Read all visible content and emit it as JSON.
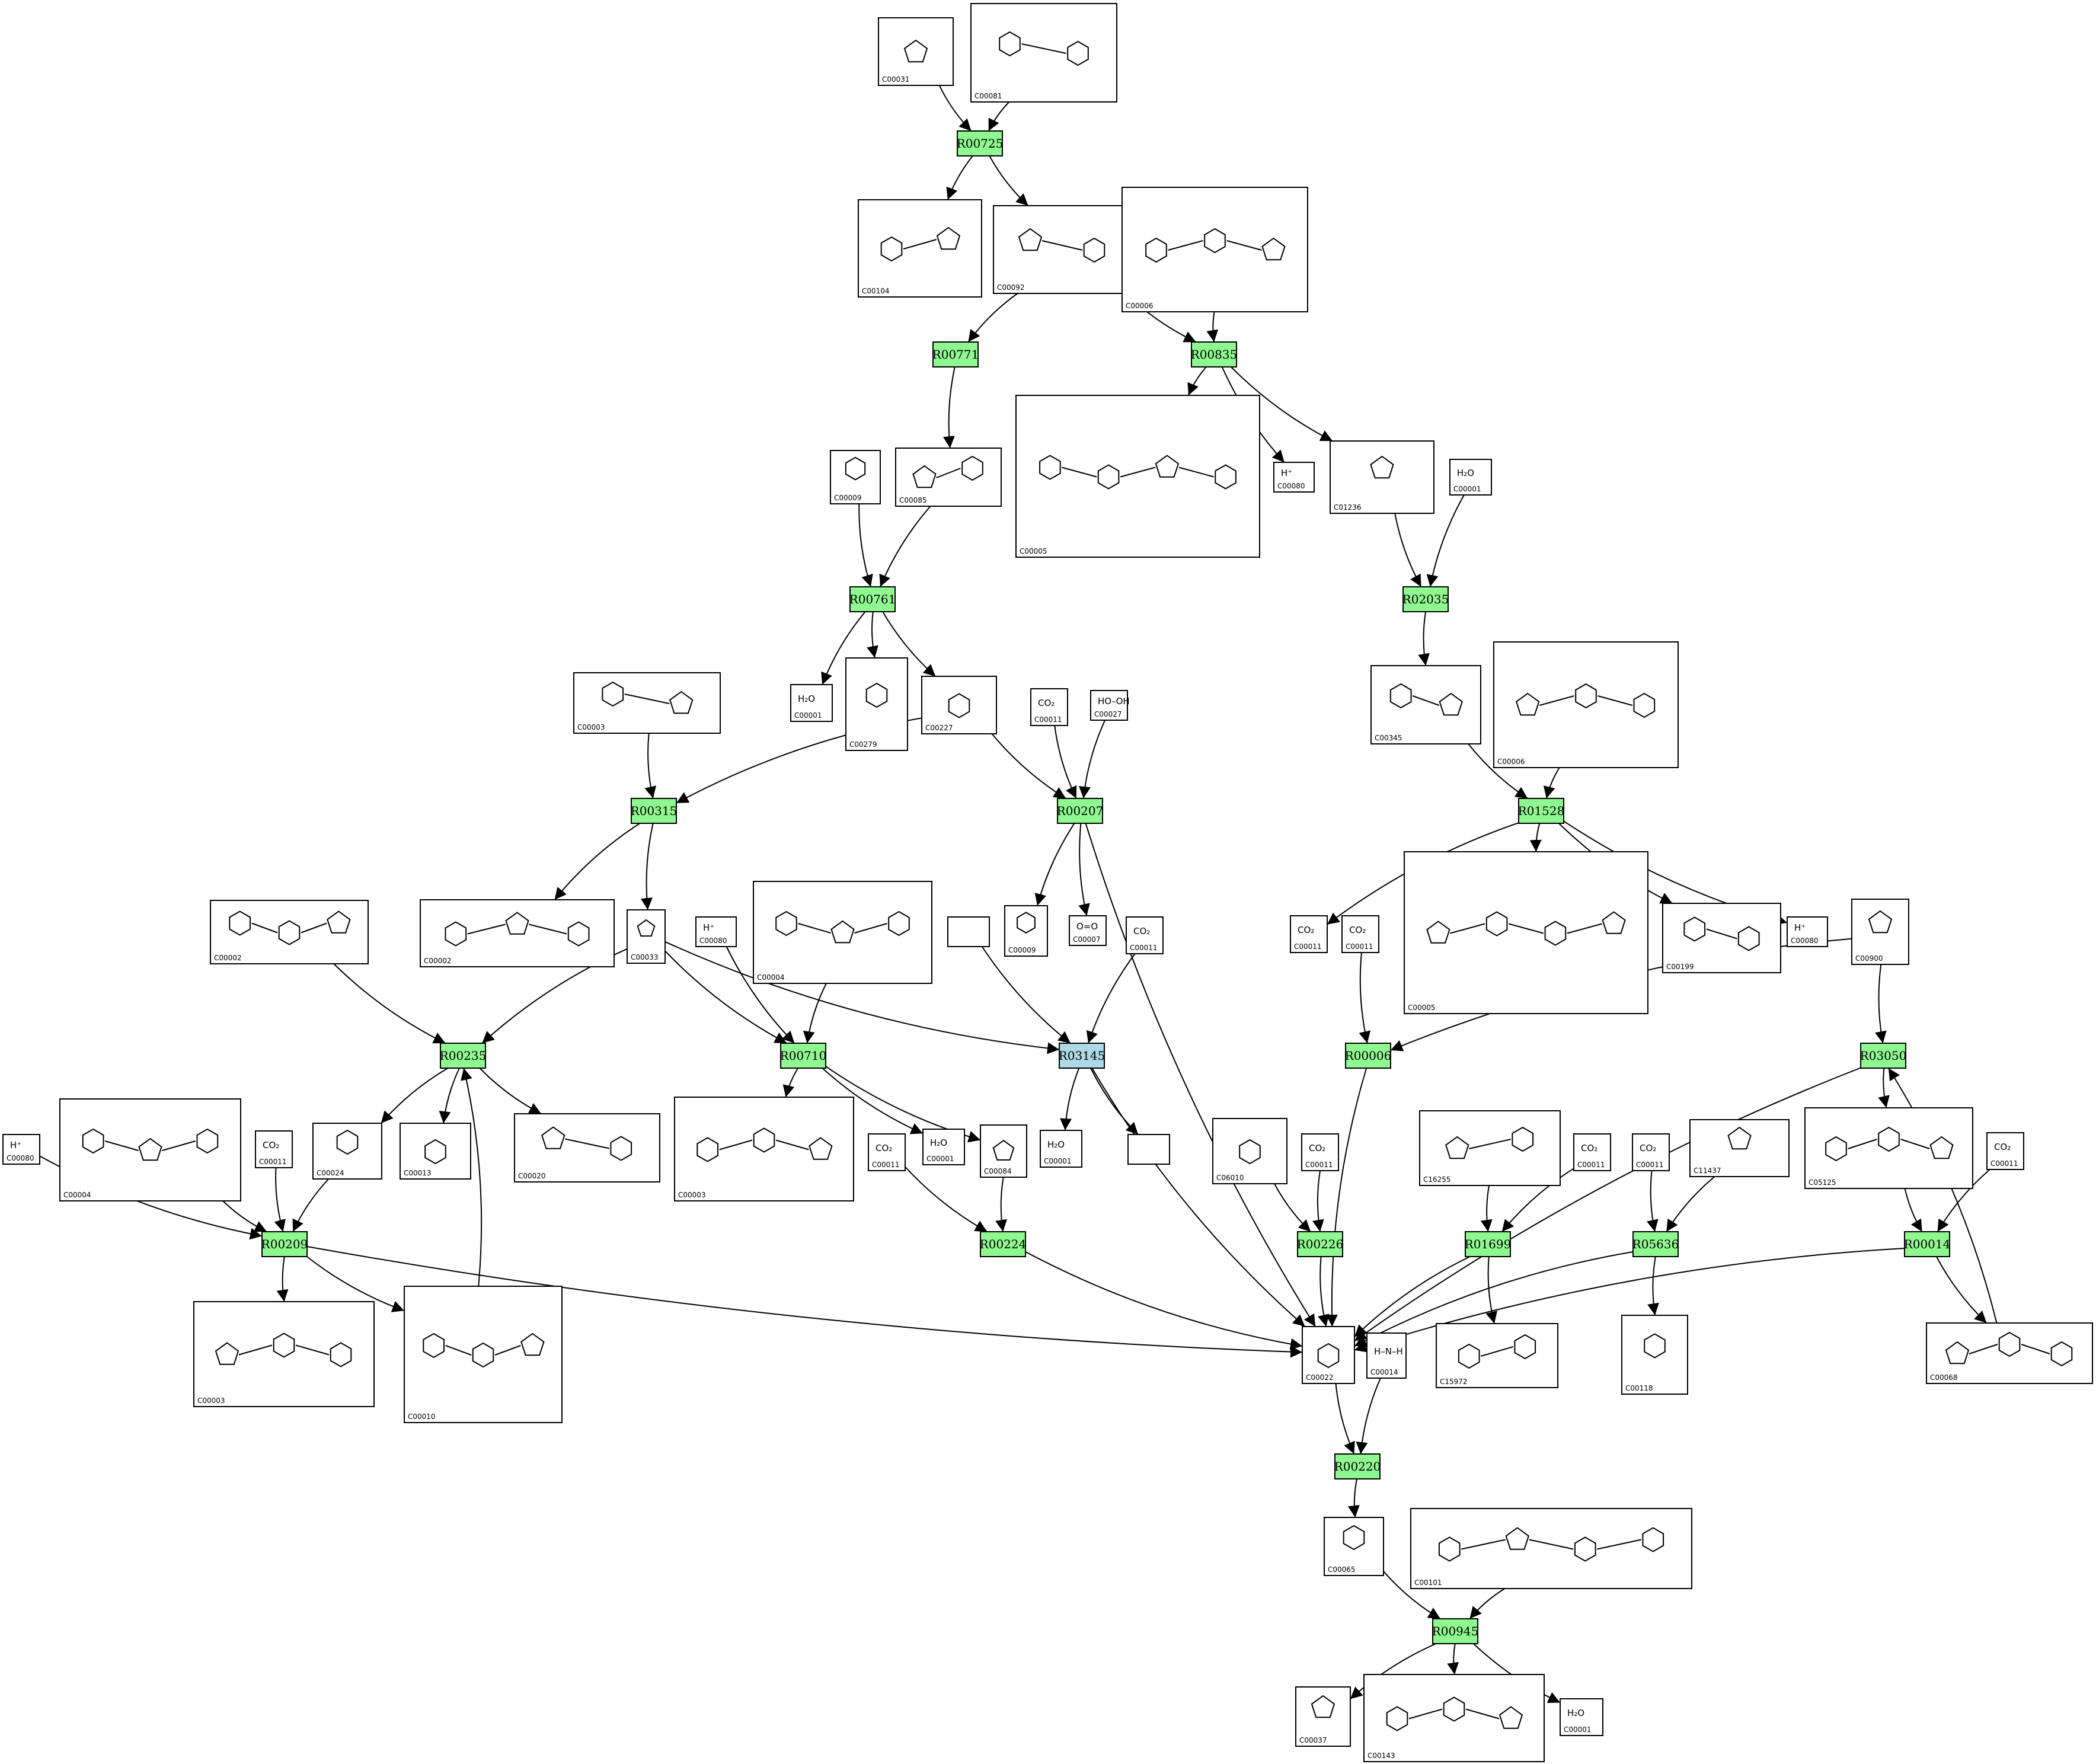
{
  "reactions": [
    {
      "id": "r00725",
      "label": "R00725",
      "color": "#90f890"
    },
    {
      "id": "r00771",
      "label": "R00771",
      "color": "#90f890"
    },
    {
      "id": "r00835",
      "label": "R00835",
      "color": "#90f890"
    },
    {
      "id": "r00761",
      "label": "R00761",
      "color": "#90f890"
    },
    {
      "id": "r02035",
      "label": "R02035",
      "color": "#90f890"
    },
    {
      "id": "r00315",
      "label": "R00315",
      "color": "#90f890"
    },
    {
      "id": "r00207",
      "label": "R00207",
      "color": "#90f890"
    },
    {
      "id": "r01528",
      "label": "R01528",
      "color": "#90f890"
    },
    {
      "id": "r00235",
      "label": "R00235",
      "color": "#90f890"
    },
    {
      "id": "r00710",
      "label": "R00710",
      "color": "#90f890"
    },
    {
      "id": "r03145",
      "label": "R03145",
      "color": "#add8e6"
    },
    {
      "id": "r00006",
      "label": "R00006",
      "color": "#90f890"
    },
    {
      "id": "r03050",
      "label": "R03050",
      "color": "#90f890"
    },
    {
      "id": "r00209",
      "label": "R00209",
      "color": "#90f890"
    },
    {
      "id": "r00224",
      "label": "R00224",
      "color": "#90f890"
    },
    {
      "id": "r00226",
      "label": "R00226",
      "color": "#90f890"
    },
    {
      "id": "r01699",
      "label": "R01699",
      "color": "#90f890"
    },
    {
      "id": "r05636",
      "label": "R05636",
      "color": "#90f890"
    },
    {
      "id": "r00014",
      "label": "R00014",
      "color": "#90f890"
    },
    {
      "id": "r00220",
      "label": "R00220",
      "color": "#90f890"
    },
    {
      "id": "r00945",
      "label": "R00945",
      "color": "#90f890"
    }
  ],
  "compounds": [
    {
      "id": "c00031",
      "label": "C00031",
      "formula": ""
    },
    {
      "id": "c00081",
      "label": "C00081",
      "formula": ""
    },
    {
      "id": "c00104",
      "label": "C00104",
      "formula": ""
    },
    {
      "id": "c00092",
      "label": "C00092",
      "formula": ""
    },
    {
      "id": "c00006a",
      "label": "C00006",
      "formula": ""
    },
    {
      "id": "c00009a",
      "label": "C00009",
      "formula": ""
    },
    {
      "id": "c00085",
      "label": "C00085",
      "formula": ""
    },
    {
      "id": "c00005a",
      "label": "C00005",
      "formula": ""
    },
    {
      "id": "c00080a",
      "label": "C00080",
      "formula": "H⁺"
    },
    {
      "id": "c01236",
      "label": "C01236",
      "formula": ""
    },
    {
      "id": "c00001a",
      "label": "C00001",
      "formula": "H₂O"
    },
    {
      "id": "c00003a",
      "label": "C00003",
      "formula": ""
    },
    {
      "id": "c00001b",
      "label": "C00001",
      "formula": "H₂O"
    },
    {
      "id": "c00279",
      "label": "C00279",
      "formula": ""
    },
    {
      "id": "c00227",
      "label": "C00227",
      "formula": ""
    },
    {
      "id": "c00011a",
      "label": "C00011",
      "formula": "CO₂"
    },
    {
      "id": "c00027",
      "label": "C00027",
      "formula": "HO–OH"
    },
    {
      "id": "c00345",
      "label": "C00345",
      "formula": ""
    },
    {
      "id": "c00006b",
      "label": "C00006",
      "formula": ""
    },
    {
      "id": "c00002a",
      "label": "C00002",
      "formula": ""
    },
    {
      "id": "c00002b",
      "label": "C00002",
      "formula": ""
    },
    {
      "id": "c00033",
      "label": "C00033",
      "formula": ""
    },
    {
      "id": "c00080b",
      "label": "C00080",
      "formula": "H⁺"
    },
    {
      "id": "c00004a",
      "label": "C00004",
      "formula": ""
    },
    {
      "id": "blank1",
      "label": "",
      "formula": ""
    },
    {
      "id": "c00009b",
      "label": "C00009",
      "formula": ""
    },
    {
      "id": "c00007",
      "label": "C00007",
      "formula": "O=O"
    },
    {
      "id": "c00011b",
      "label": "C00011",
      "formula": "CO₂"
    },
    {
      "id": "c00011c",
      "label": "C00011",
      "formula": "CO₂"
    },
    {
      "id": "c00011d",
      "label": "C00011",
      "formula": "CO₂"
    },
    {
      "id": "c00005b",
      "label": "C00005",
      "formula": ""
    },
    {
      "id": "c00199",
      "label": "C00199",
      "formula": ""
    },
    {
      "id": "c00080c",
      "label": "C00080",
      "formula": "H⁺"
    },
    {
      "id": "c00900",
      "label": "C00900",
      "formula": ""
    },
    {
      "id": "c00080d",
      "label": "C00080",
      "formula": "H⁺"
    },
    {
      "id": "c00004b",
      "label": "C00004",
      "formula": ""
    },
    {
      "id": "c00011e",
      "label": "C00011",
      "formula": "CO₂"
    },
    {
      "id": "c00024",
      "label": "C00024",
      "formula": ""
    },
    {
      "id": "c00013",
      "label": "C00013",
      "formula": ""
    },
    {
      "id": "c00020",
      "label": "C00020",
      "formula": ""
    },
    {
      "id": "c00003b",
      "label": "C00003",
      "formula": ""
    },
    {
      "id": "c00001c",
      "label": "C00001",
      "formula": "H₂O"
    },
    {
      "id": "c00084",
      "label": "C00084",
      "formula": ""
    },
    {
      "id": "c00001d",
      "label": "C00001",
      "formula": "H₂O"
    },
    {
      "id": "blank2",
      "label": "",
      "formula": ""
    },
    {
      "id": "c00011f",
      "label": "C00011",
      "formula": "CO₂"
    },
    {
      "id": "c06010",
      "label": "C06010",
      "formula": ""
    },
    {
      "id": "c00011g",
      "label": "C00011",
      "formula": "CO₂"
    },
    {
      "id": "c16255",
      "label": "C16255",
      "formula": ""
    },
    {
      "id": "c00011h",
      "label": "C00011",
      "formula": "CO₂"
    },
    {
      "id": "c00011i",
      "label": "C00011",
      "formula": "CO₂"
    },
    {
      "id": "c11437",
      "label": "C11437",
      "formula": ""
    },
    {
      "id": "c05125",
      "label": "C05125",
      "formula": ""
    },
    {
      "id": "c00011j",
      "label": "C00011",
      "formula": "CO₂"
    },
    {
      "id": "c00003c",
      "label": "C00003",
      "formula": ""
    },
    {
      "id": "c00010",
      "label": "C00010",
      "formula": ""
    },
    {
      "id": "c00022",
      "label": "C00022",
      "formula": ""
    },
    {
      "id": "c00014",
      "label": "C00014",
      "formula": "H–N–H"
    },
    {
      "id": "c15972",
      "label": "C15972",
      "formula": ""
    },
    {
      "id": "c00118",
      "label": "C00118",
      "formula": ""
    },
    {
      "id": "c00068",
      "label": "C00068",
      "formula": ""
    },
    {
      "id": "c00065",
      "label": "C00065",
      "formula": ""
    },
    {
      "id": "c00101",
      "label": "C00101",
      "formula": ""
    },
    {
      "id": "c00037",
      "label": "C00037",
      "formula": ""
    },
    {
      "id": "c00143",
      "label": "C00143",
      "formula": ""
    },
    {
      "id": "c00001e",
      "label": "C00001",
      "formula": "H₂O"
    }
  ],
  "edges": [
    [
      "c00031",
      "r00725"
    ],
    [
      "c00081",
      "r00725"
    ],
    [
      "r00725",
      "c00104"
    ],
    [
      "r00725",
      "c00092"
    ],
    [
      "c00092",
      "r00771"
    ],
    [
      "c00092",
      "r00835"
    ],
    [
      "c00006a",
      "r00835"
    ],
    [
      "r00771",
      "c00085"
    ],
    [
      "r00835",
      "c00005a"
    ],
    [
      "r00835",
      "c00080a"
    ],
    [
      "r00835",
      "c01236"
    ],
    [
      "c00009a",
      "r00761"
    ],
    [
      "c00085",
      "r00761"
    ],
    [
      "c01236",
      "r02035"
    ],
    [
      "c00001a",
      "r02035"
    ],
    [
      "r00761",
      "c00001b"
    ],
    [
      "r00761",
      "c00279"
    ],
    [
      "r00761",
      "c00227"
    ],
    [
      "c00003a",
      "r00315"
    ],
    [
      "c00227",
      "r00315"
    ],
    [
      "c00227",
      "r00207"
    ],
    [
      "c00011a",
      "r00207"
    ],
    [
      "c00027",
      "r00207"
    ],
    [
      "r02035",
      "c00345"
    ],
    [
      "c00345",
      "r01528"
    ],
    [
      "c00006b",
      "r01528"
    ],
    [
      "r00315",
      "c00002b"
    ],
    [
      "r00315",
      "c00033"
    ],
    [
      "r00207",
      "c00009b"
    ],
    [
      "r00207",
      "c00007"
    ],
    [
      "r00207",
      "c00022"
    ],
    [
      "r01528",
      "c00011c"
    ],
    [
      "r01528",
      "c00005b"
    ],
    [
      "r01528",
      "c00199"
    ],
    [
      "r01528",
      "c00080c"
    ],
    [
      "c00002a",
      "r00235"
    ],
    [
      "c00033",
      "r00235"
    ],
    [
      "c00033",
      "r00710"
    ],
    [
      "c00033",
      "r03145"
    ],
    [
      "c00080b",
      "r00710"
    ],
    [
      "c00004a",
      "r00710"
    ],
    [
      "blank1",
      "r03145"
    ],
    [
      "c00011b",
      "r03145"
    ],
    [
      "c00011d",
      "r00006"
    ],
    [
      "c00900",
      "r00006"
    ],
    [
      "c00900",
      "r03050"
    ],
    [
      "r00235",
      "c00024"
    ],
    [
      "r00235",
      "c00013"
    ],
    [
      "r00235",
      "c00020"
    ],
    [
      "r00710",
      "c00003b"
    ],
    [
      "r00710",
      "c00001c"
    ],
    [
      "r00710",
      "c00084"
    ],
    [
      "r03145",
      "c00001d"
    ],
    [
      "r03145",
      "blank2"
    ],
    [
      "r03145",
      "c00022"
    ],
    [
      "r00006",
      "c00022"
    ],
    [
      "r03050",
      "c00022"
    ],
    [
      "r03050",
      "c05125"
    ],
    [
      "c00080d",
      "r00209"
    ],
    [
      "c00004b",
      "r00209"
    ],
    [
      "c00011e",
      "r00209"
    ],
    [
      "c00024",
      "r00209"
    ],
    [
      "c00011f",
      "r00224"
    ],
    [
      "c00084",
      "r00224"
    ],
    [
      "c06010",
      "r00226"
    ],
    [
      "c00011g",
      "r00226"
    ],
    [
      "c16255",
      "r01699"
    ],
    [
      "c00011h",
      "r01699"
    ],
    [
      "c00011i",
      "r05636"
    ],
    [
      "c11437",
      "r05636"
    ],
    [
      "c05125",
      "r00014"
    ],
    [
      "c00011j",
      "r00014"
    ],
    [
      "r00209",
      "c00003c"
    ],
    [
      "r00209",
      "c00010"
    ],
    [
      "r00209",
      "c00022"
    ],
    [
      "c00010",
      "r00235"
    ],
    [
      "r00224",
      "c00022"
    ],
    [
      "r00226",
      "c00022"
    ],
    [
      "r01699",
      "c00022"
    ],
    [
      "r01699",
      "c15972"
    ],
    [
      "r05636",
      "c00022"
    ],
    [
      "r05636",
      "c00118"
    ],
    [
      "r00014",
      "c00022"
    ],
    [
      "r00014",
      "c00068"
    ],
    [
      "c00068",
      "r03050"
    ],
    [
      "c00022",
      "r00220"
    ],
    [
      "c00014",
      "r00220"
    ],
    [
      "r00220",
      "c00065"
    ],
    [
      "c00065",
      "r00945"
    ],
    [
      "c00101",
      "r00945"
    ],
    [
      "r00945",
      "c00037"
    ],
    [
      "r00945",
      "c00143"
    ],
    [
      "r00945",
      "c00001e"
    ]
  ]
}
